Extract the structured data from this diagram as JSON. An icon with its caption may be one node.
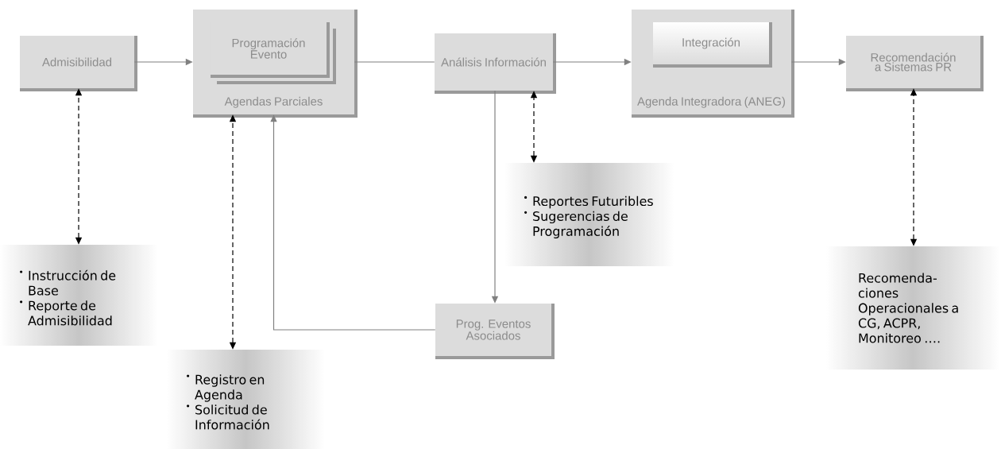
{
  "diagram": {
    "nodes": [
      {
        "text": [
          "Admisibilidad"
        ]
      },
      {
        "text": [
          "Agendas Parciales"
        ]
      },
      {
        "text": [
          "Programación Evento"
        ],
        "in": 1
      },
      {
        "text": [
          "Análisis Información"
        ]
      },
      {
        "text": [
          "Agenda Integradora (ANEG)"
        ]
      },
      {
        "text": [
          "Integración"
        ],
        "in": 4
      },
      {
        "text": [
          "Recomendación a Sistemas PR"
        ]
      },
      {
        "text": [
          "Instrucción de Base",
          "Reporte de Admisibilidad"
        ]
      },
      {
        "text": [
          "Registro en Agenda",
          "Solicitud de Información"
        ]
      },
      {
        "text": [
          "Reportes Futuribles",
          "Sugerencias de Programación"
        ]
      },
      {
        "text": [
          "Prog. Eventos Asociados"
        ]
      },
      {
        "text": [
          "Recomenda- ciones Operacionales a CG, ACPR, Monitoreo …."
        ]
      }
    ],
    "edges": [
      {
        "from": 0,
        "to": 1,
        "arrow": "to"
      },
      {
        "from": 1,
        "to": 3,
        "arrow": "none"
      },
      {
        "from": 3,
        "to": 4,
        "arrow": "to"
      },
      {
        "from": 4,
        "to": 6,
        "arrow": "to"
      },
      {
        "from": 3,
        "to": 10,
        "arrow": "to"
      },
      {
        "from": 10,
        "to": 1,
        "arrow": "to"
      },
      {
        "from": 7,
        "to": 0,
        "arrow": "both",
        "style": "dashed",
        "color": "#000000"
      },
      {
        "from": 8,
        "to": 1,
        "arrow": "both",
        "style": "dashed",
        "color": "#000000"
      },
      {
        "from": 9,
        "to": 3,
        "arrow": "both",
        "style": "dashed",
        "color": "#000000"
      },
      {
        "from": 11,
        "to": 6,
        "arrow": "both",
        "style": "dashed",
        "color": "#000000"
      }
    ]
  }
}
